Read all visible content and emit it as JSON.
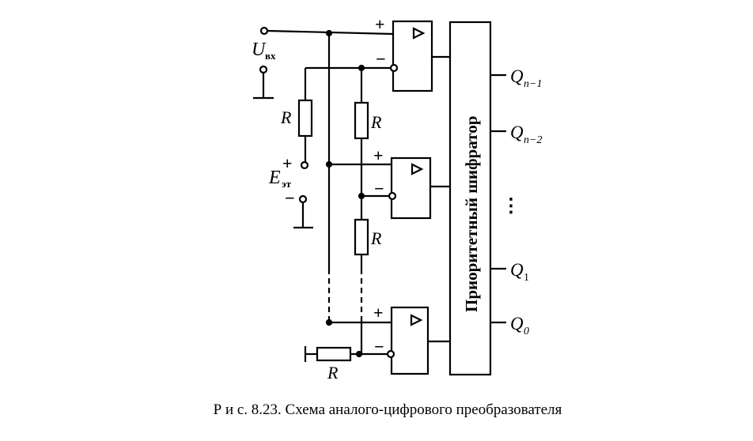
{
  "labels": {
    "u_in": "U",
    "u_in_sub": "вх",
    "e_ref": "E",
    "e_ref_sub": "эт",
    "resistor": "R",
    "plus": "+",
    "minus": "−",
    "encoder": "Приоритетный шифратор",
    "q_n1": "Q",
    "q_n1_sub": "n−1",
    "q_n2": "Q",
    "q_n2_sub": "n−2",
    "q1": "Q",
    "q1_sub": "1",
    "q0": "Q",
    "q0_sub": "0",
    "ellipsis": "⋮"
  },
  "caption": "Р и с. 8.23. Схема аналого-цифрового преобразователя"
}
